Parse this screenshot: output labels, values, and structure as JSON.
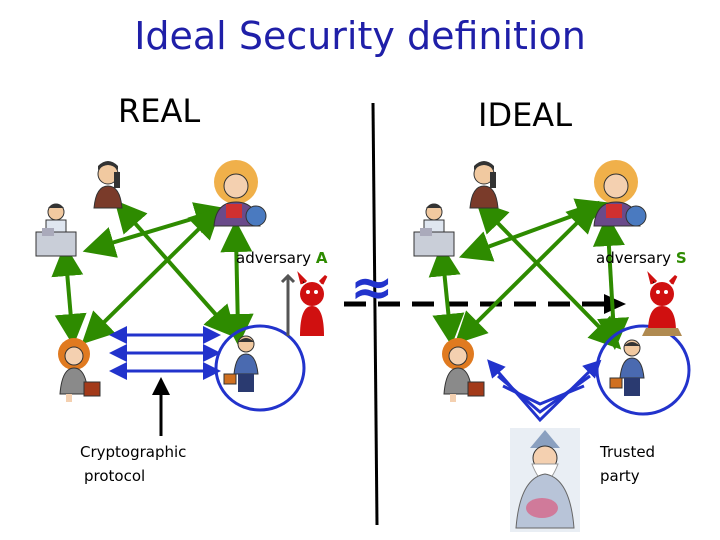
{
  "title": "Ideal Security definition",
  "real": {
    "label": "REAL",
    "adversary_prefix": "adversary ",
    "adversary_letter": "A",
    "protocol_line1": "Cryptographic",
    "protocol_line2": "protocol"
  },
  "ideal": {
    "label": "IDEAL",
    "adversary_prefix": "adversary ",
    "adversary_letter": "S",
    "trusted_line1": "Trusted",
    "trusted_line2": "party"
  },
  "approx_symbol": "≈",
  "colors": {
    "title": "#1f1fa8",
    "green_arrows": "#2e8b00",
    "blue_arrows": "#2233cc",
    "circle": "#2233cc",
    "divider": "#000000",
    "devil": "#d01010"
  },
  "icons": [
    "man-at-computer-icon",
    "man-on-phone-icon",
    "woman-on-phone-icon",
    "woman-with-briefcase-icon",
    "businessman-icon",
    "devil-icon",
    "wizard-icon"
  ]
}
